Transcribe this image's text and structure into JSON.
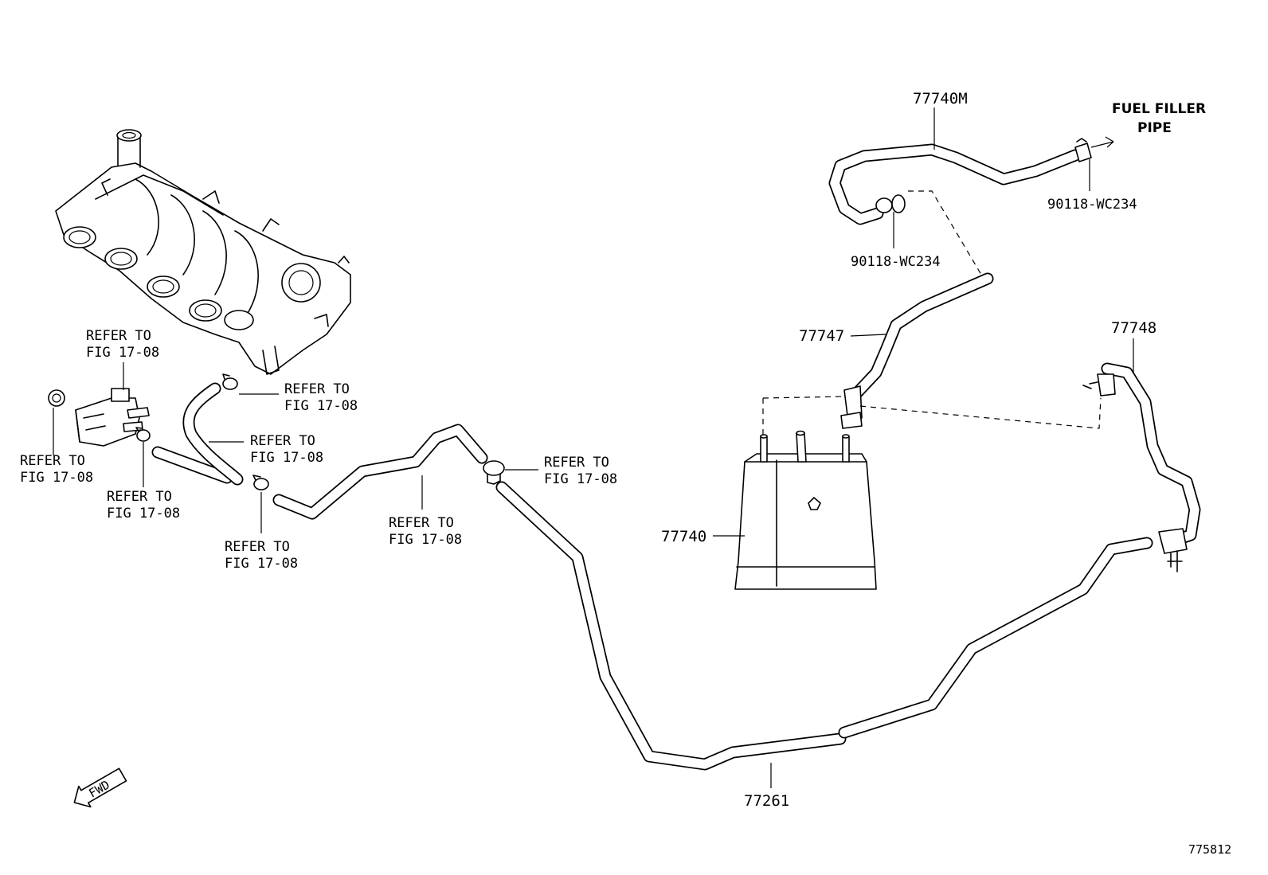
{
  "labels": {
    "part_77740M": "77740M",
    "fuel_filler_line1": "FUEL FILLER",
    "fuel_filler_line2": "PIPE",
    "clamp_right": "90118-WC234",
    "clamp_left": "90118-WC234",
    "part_77747": "77747",
    "part_77748": "77748",
    "part_77740": "77740",
    "part_77261": "77261",
    "diagram_id": "775812",
    "fwd": "FWD"
  },
  "refer_callouts": [
    {
      "line1": "REFER TO",
      "line2": "FIG 17-08"
    },
    {
      "line1": "REFER TO",
      "line2": "FIG 17-08"
    },
    {
      "line1": "REFER TO",
      "line2": "FIG 17-08"
    },
    {
      "line1": "REFER TO",
      "line2": "FIG 17-08"
    },
    {
      "line1": "REFER TO",
      "line2": "FIG 17-08"
    },
    {
      "line1": "REFER TO",
      "line2": "FIG 17-08"
    },
    {
      "line1": "REFER TO",
      "line2": "FIG 17-08"
    },
    {
      "line1": "REFER TO",
      "line2": "FIG 17-08"
    }
  ]
}
